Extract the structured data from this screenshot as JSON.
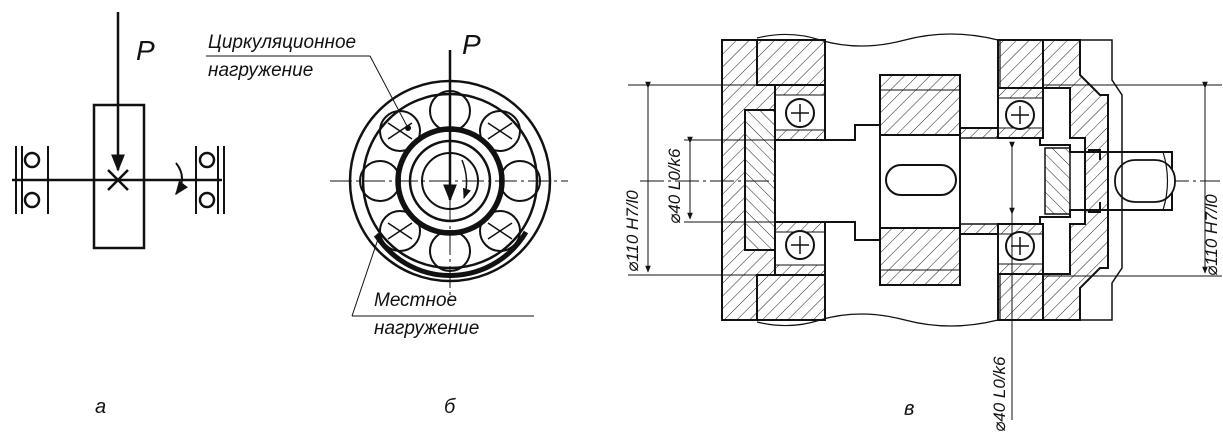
{
  "figure_a": {
    "force_label": "P",
    "caption": "а"
  },
  "figure_b": {
    "force_label": "P",
    "circulating_label_1": "Циркуляционное",
    "circulating_label_2": "нагружение",
    "local_label_1": "Местное",
    "local_label_2": "нагружение",
    "caption": "б"
  },
  "figure_c": {
    "housing_fit_left": "⌀110 H7/l0",
    "housing_fit_right": "⌀110 H7/l0",
    "shaft_fit_left": "⌀40 L0/k6",
    "shaft_fit_bottom": "⌀40 L0/k6",
    "caption": "в"
  }
}
